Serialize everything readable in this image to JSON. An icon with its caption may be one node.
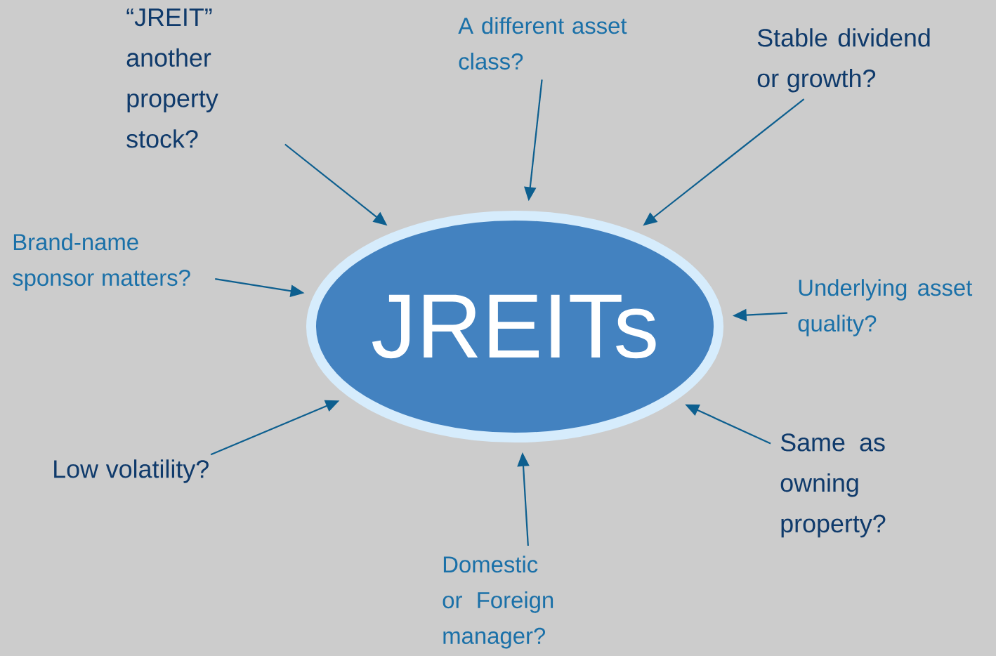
{
  "diagram": {
    "nodes": [
      {
        "text": [
          "JREITs"
        ]
      },
      {
        "text": [
          "“JREIT” another property stock?"
        ]
      },
      {
        "text": [
          "A different asset class?"
        ]
      },
      {
        "text": [
          "Stable dividend or growth?"
        ]
      },
      {
        "text": [
          "Brand-name sponsor matters?"
        ]
      },
      {
        "text": [
          "Underlying asset quality?"
        ]
      },
      {
        "text": [
          "Low volatility?"
        ]
      },
      {
        "text": [
          "Same as owning property?"
        ]
      },
      {
        "text": [
          "Domestic or Foreign manager?"
        ]
      }
    ],
    "edges": [
      {
        "from": 1,
        "to": 0,
        "arrow": "to"
      },
      {
        "from": 2,
        "to": 0,
        "arrow": "to"
      },
      {
        "from": 3,
        "to": 0,
        "arrow": "to"
      },
      {
        "from": 4,
        "to": 0,
        "arrow": "to"
      },
      {
        "from": 5,
        "to": 0,
        "arrow": "to"
      },
      {
        "from": 6,
        "to": 0,
        "arrow": "to"
      },
      {
        "from": 7,
        "to": 0,
        "arrow": "to"
      },
      {
        "from": 8,
        "to": 0,
        "arrow": "to"
      }
    ]
  }
}
